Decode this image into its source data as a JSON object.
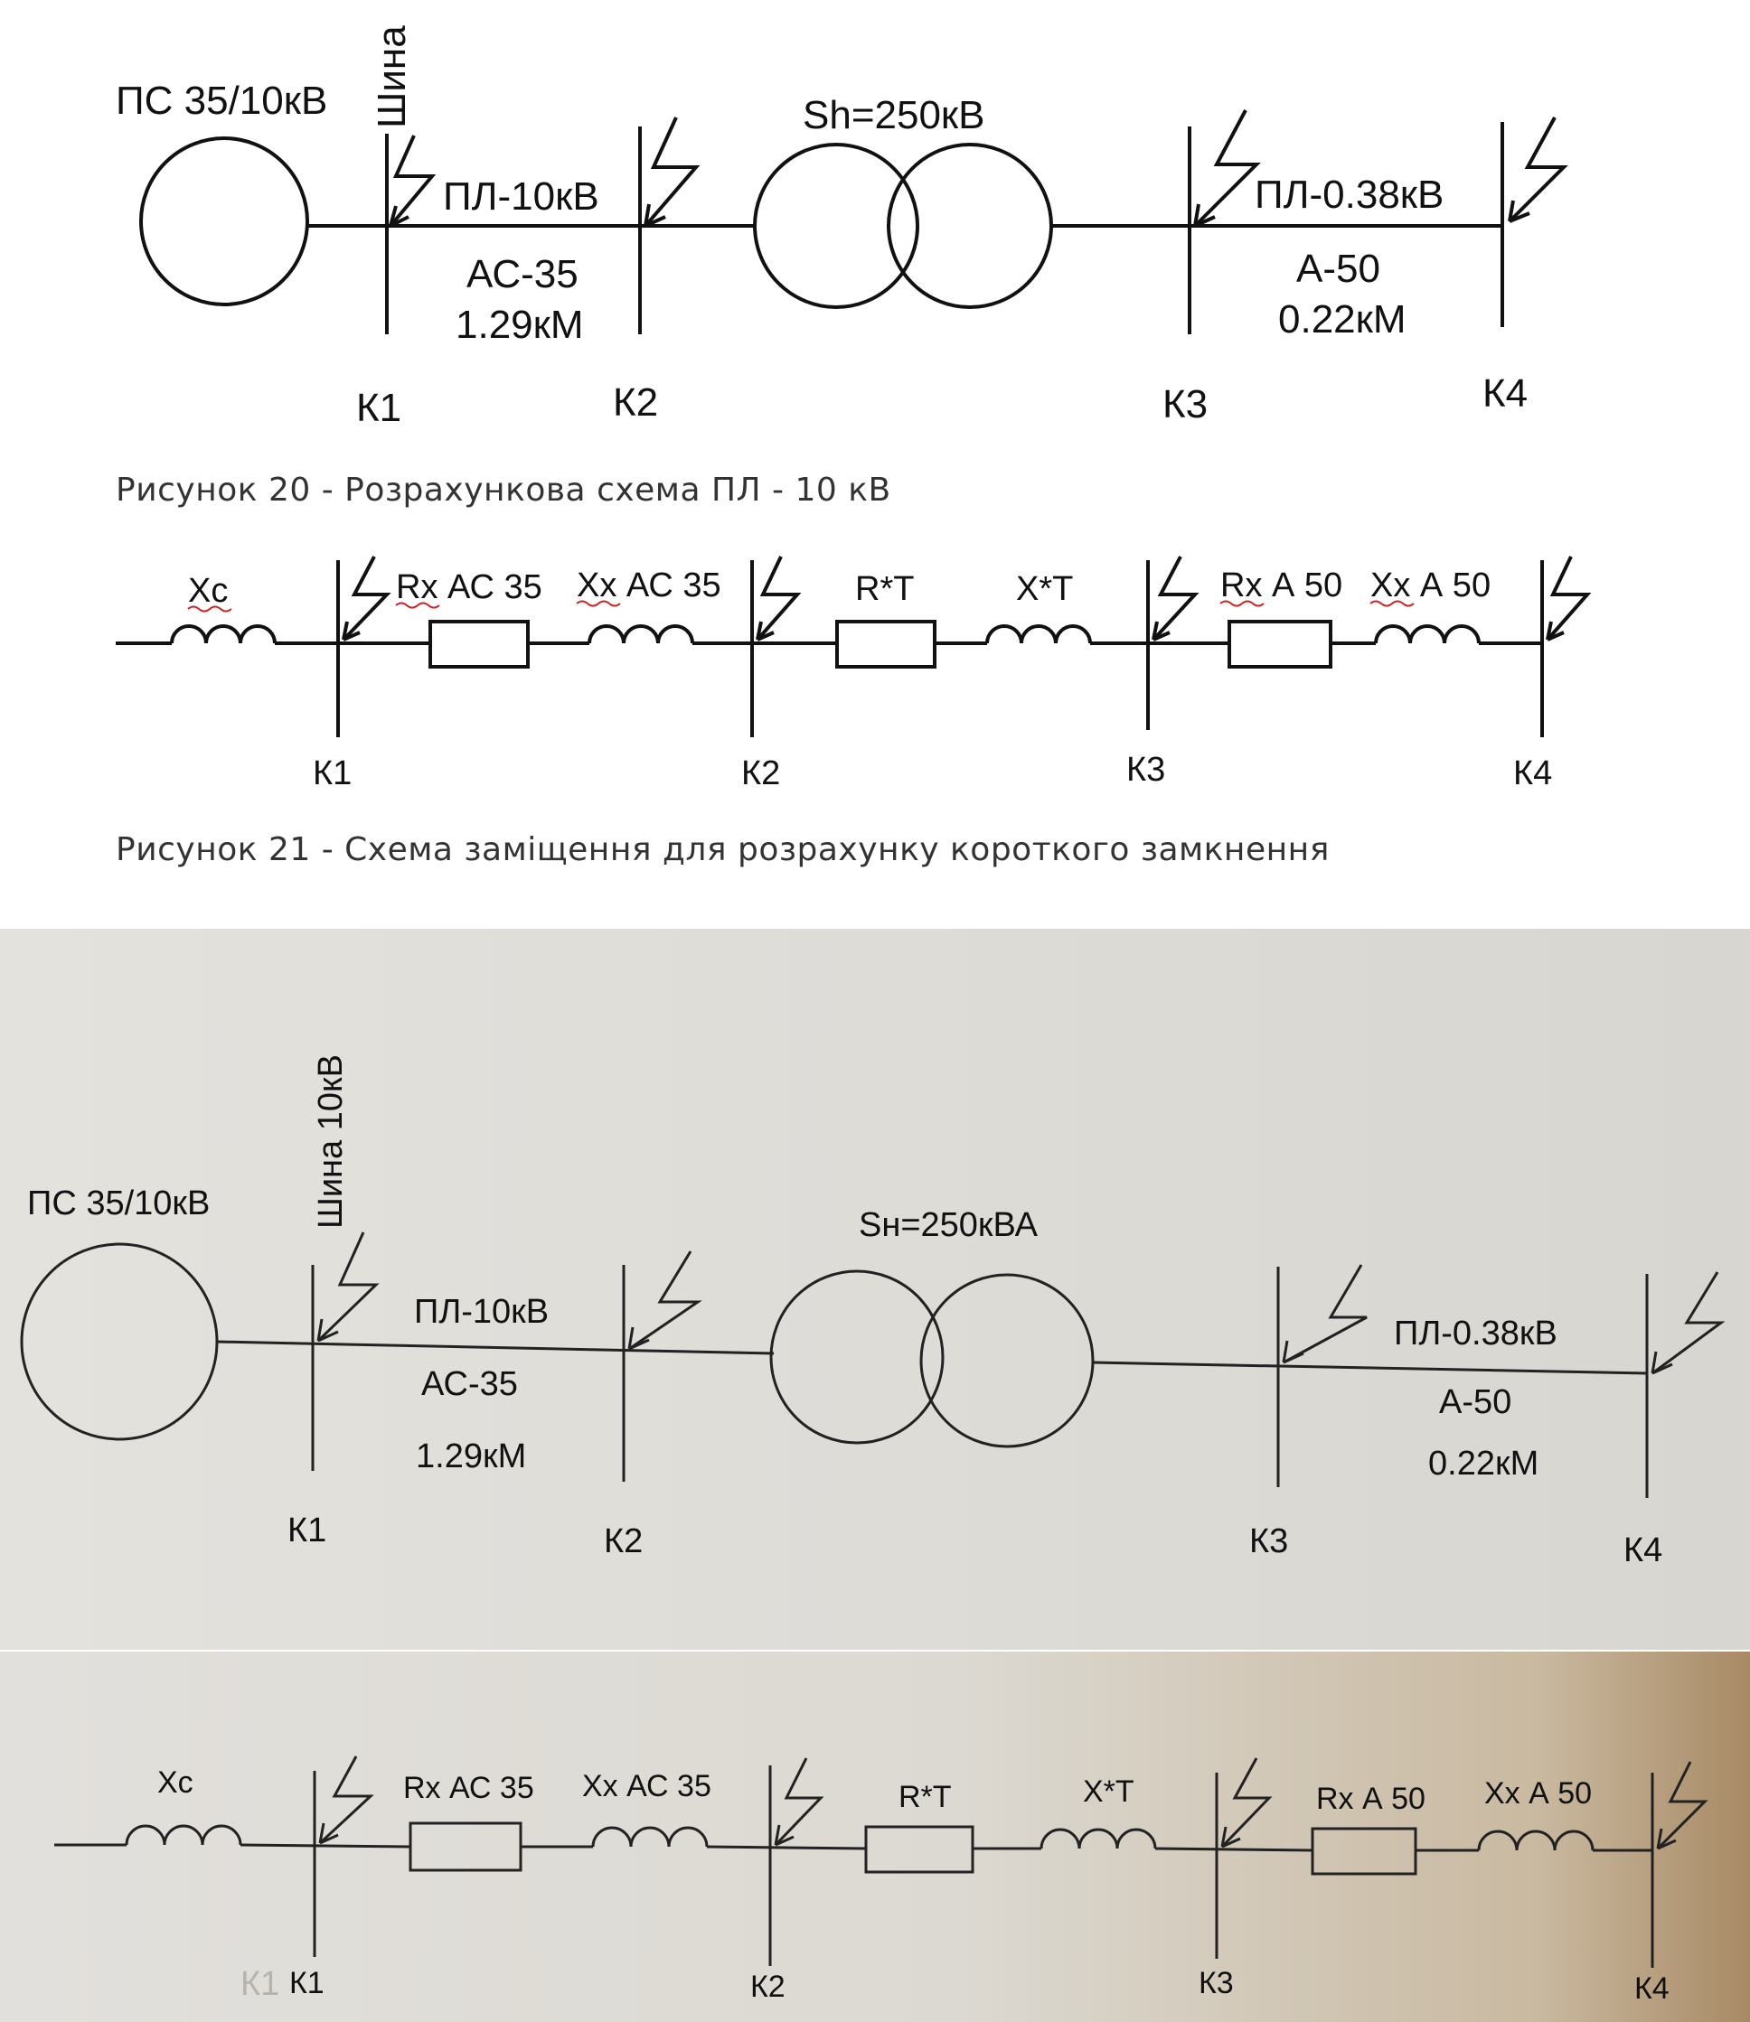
{
  "fig1": {
    "substation": "ПС 35/10кВ",
    "bus": "Шина",
    "line1_name": "ПЛ-10кВ",
    "line1_wire": "АС-35",
    "line1_len": "1.29кМ",
    "transformer": "Sh=250кВ",
    "line2_name": "ПЛ-0.38кВ",
    "line2_wire": "А-50",
    "line2_len": "0.22кМ",
    "k1": "К1",
    "k2": "К2",
    "k3": "К3",
    "k4": "К4"
  },
  "caption1": "Рисунок 20 - Розрахункова схема ПЛ - 10 кВ",
  "fig2": {
    "xc": "Xc",
    "rx_ac35": "Rx АС 35",
    "xx_ac35": "Xx АС 35",
    "rt": "R*T",
    "xt": "X*T",
    "rx_a50": "Rx А 50",
    "xx_a50": "Xx А 50",
    "k1": "К1",
    "k2": "К2",
    "k3": "К3",
    "k4": "К4"
  },
  "caption2": "Рисунок 21 - Схема заміщення для розрахунку короткого замкнення",
  "fig3": {
    "substation": "ПС 35/10кВ",
    "bus": "Шина 10кВ",
    "line1_name": "ПЛ-10кВ",
    "line1_wire": "АС-35",
    "line1_len": "1.29кМ",
    "transformer": "Sн=250кВА",
    "line2_name": "ПЛ-0.38кВ",
    "line2_wire": "А-50",
    "line2_len": "0.22кМ",
    "k1": "К1",
    "k2": "К2",
    "k3": "К3",
    "k4": "К4"
  },
  "fig4": {
    "xc": "Xc",
    "rx_ac35": "Rx АС 35",
    "xx_ac35": "Xx АС 35",
    "rt": "R*T",
    "xt": "X*T",
    "rx_a50": "Rx А 50",
    "xx_a50": "Xx А 50",
    "k1": "К1",
    "k2": "К2",
    "k3": "К3",
    "k4": "К4",
    "k1_faint": "К1"
  }
}
